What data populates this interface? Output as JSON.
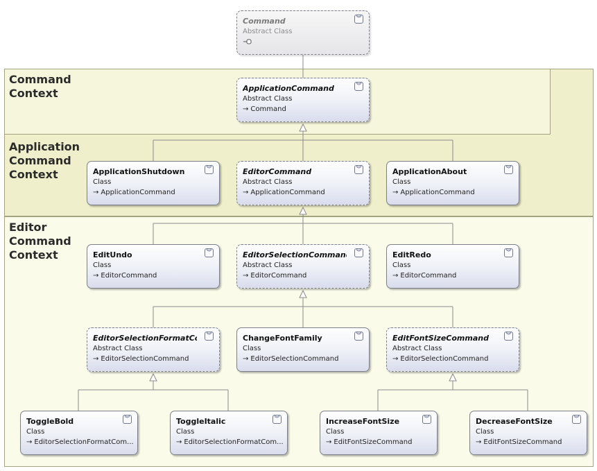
{
  "zones": {
    "command_context": "Command\nContext",
    "application_command_context": "Application\nCommand\nContext",
    "editor_command_context": "Editor\nCommand\nContext"
  },
  "classes": {
    "command": {
      "name": "Command",
      "type": "Abstract Class",
      "parent": ""
    },
    "application_command": {
      "name": "ApplicationCommand",
      "type": "Abstract Class",
      "parent": "Command"
    },
    "application_shutdown": {
      "name": "ApplicationShutdown",
      "type": "Class",
      "parent": "ApplicationCommand"
    },
    "editor_command": {
      "name": "EditorCommand",
      "type": "Abstract Class",
      "parent": "ApplicationCommand"
    },
    "application_about": {
      "name": "ApplicationAbout",
      "type": "Class",
      "parent": "ApplicationCommand"
    },
    "edit_undo": {
      "name": "EditUndo",
      "type": "Class",
      "parent": "EditorCommand"
    },
    "editor_selection_command": {
      "name": "EditorSelectionCommand",
      "type": "Abstract Class",
      "parent": "EditorCommand"
    },
    "edit_redo": {
      "name": "EditRedo",
      "type": "Class",
      "parent": "EditorCommand"
    },
    "editor_selection_format_command": {
      "name": "EditorSelectionFormatCom...",
      "type": "Abstract Class",
      "parent": "EditorSelectionCommand"
    },
    "change_font_family": {
      "name": "ChangeFontFamily",
      "type": "Class",
      "parent": "EditorSelectionCommand"
    },
    "edit_font_size_command": {
      "name": "EditFontSizeCommand",
      "type": "Abstract Class",
      "parent": "EditorSelectionCommand"
    },
    "toggle_bold": {
      "name": "ToggleBold",
      "type": "Class",
      "parent": "EditorSelectionFormatCom..."
    },
    "toggle_italic": {
      "name": "ToggleItalic",
      "type": "Class",
      "parent": "EditorSelectionFormatCom..."
    },
    "increase_font_size": {
      "name": "IncreaseFontSize",
      "type": "Class",
      "parent": "EditFontSizeCommand"
    },
    "decrease_font_size": {
      "name": "DecreaseFontSize",
      "type": "Class",
      "parent": "EditFontSizeCommand"
    }
  },
  "icons": {
    "collapse": "chevron-double-down-icon",
    "inheritance": "inheritance-arrow-icon",
    "interface": "interface-lollipop-icon"
  },
  "colors": {
    "zone_fill": "#fafae6",
    "zone_fill_inner": "#f0f0c8",
    "zone_border": "#9a9a7a",
    "connector": "#8a8a8a"
  }
}
